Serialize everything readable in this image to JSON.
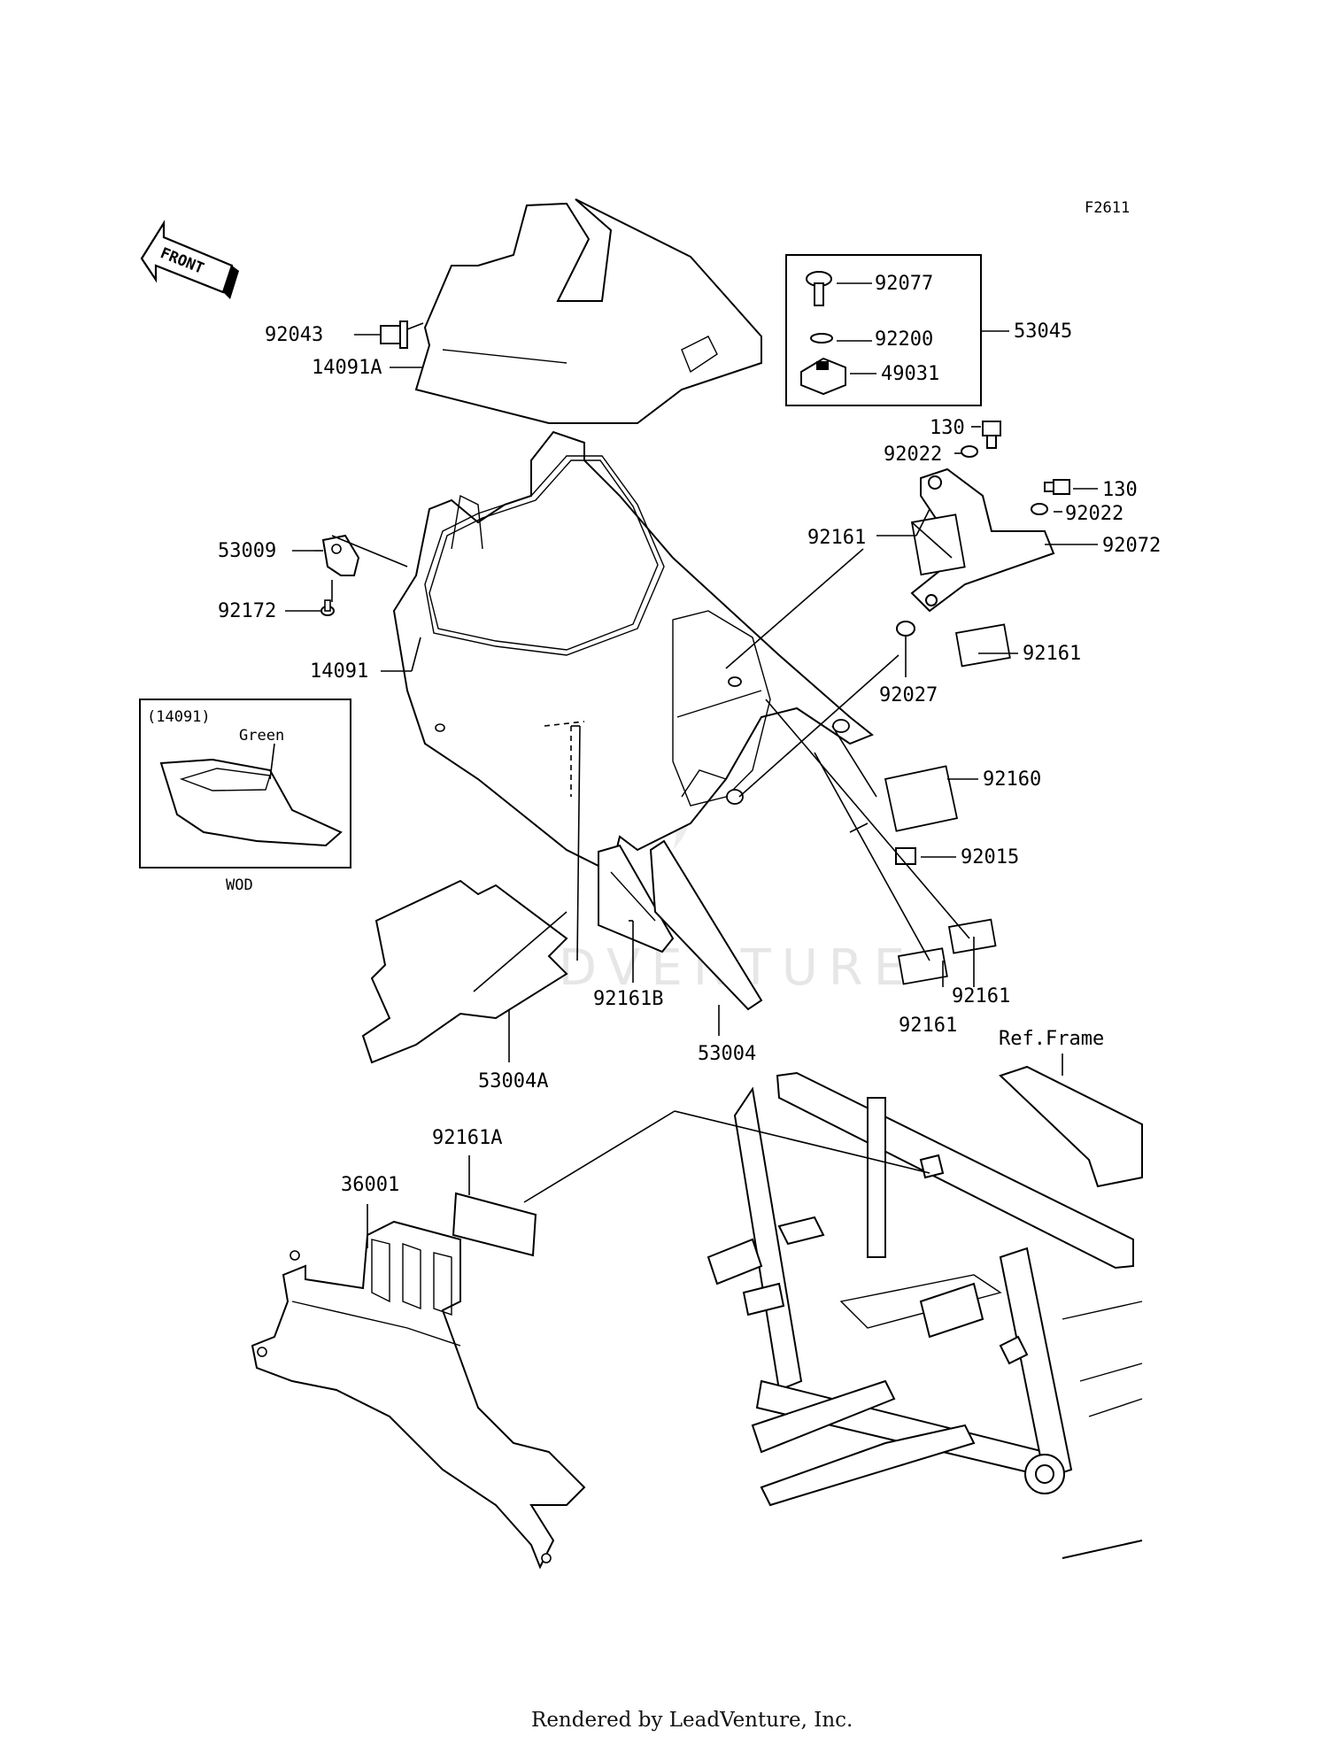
{
  "figure_code": "F2611",
  "front_label": "FRONT",
  "footer": "Rendered by LeadVenture, Inc.",
  "watermark": "LEADVENTURE",
  "inset": {
    "title": "(14091)",
    "color_label": "Green",
    "variant": "WOD"
  },
  "ref_frame_label": "Ref.Frame",
  "parts": [
    {
      "id": "p92043",
      "number": "92043"
    },
    {
      "id": "p14091A",
      "number": "14091A"
    },
    {
      "id": "p92077",
      "number": "92077"
    },
    {
      "id": "p92200",
      "number": "92200"
    },
    {
      "id": "p49031",
      "number": "49031"
    },
    {
      "id": "p53045",
      "number": "53045"
    },
    {
      "id": "p130a",
      "number": "130"
    },
    {
      "id": "p92022a",
      "number": "92022"
    },
    {
      "id": "p130b",
      "number": "130"
    },
    {
      "id": "p92022b",
      "number": "92022"
    },
    {
      "id": "p92072",
      "number": "92072"
    },
    {
      "id": "p92161a",
      "number": "92161"
    },
    {
      "id": "p92161b",
      "number": "92161"
    },
    {
      "id": "p92027",
      "number": "92027"
    },
    {
      "id": "p53009",
      "number": "53009"
    },
    {
      "id": "p92172",
      "number": "92172"
    },
    {
      "id": "p14091",
      "number": "14091"
    },
    {
      "id": "p92160",
      "number": "92160"
    },
    {
      "id": "p92015",
      "number": "92015"
    },
    {
      "id": "p92161B",
      "number": "92161B"
    },
    {
      "id": "p53004",
      "number": "53004"
    },
    {
      "id": "p53004A",
      "number": "53004A"
    },
    {
      "id": "p92161c",
      "number": "92161"
    },
    {
      "id": "p92161d",
      "number": "92161"
    },
    {
      "id": "p92161A",
      "number": "92161A"
    },
    {
      "id": "p36001",
      "number": "36001"
    }
  ]
}
